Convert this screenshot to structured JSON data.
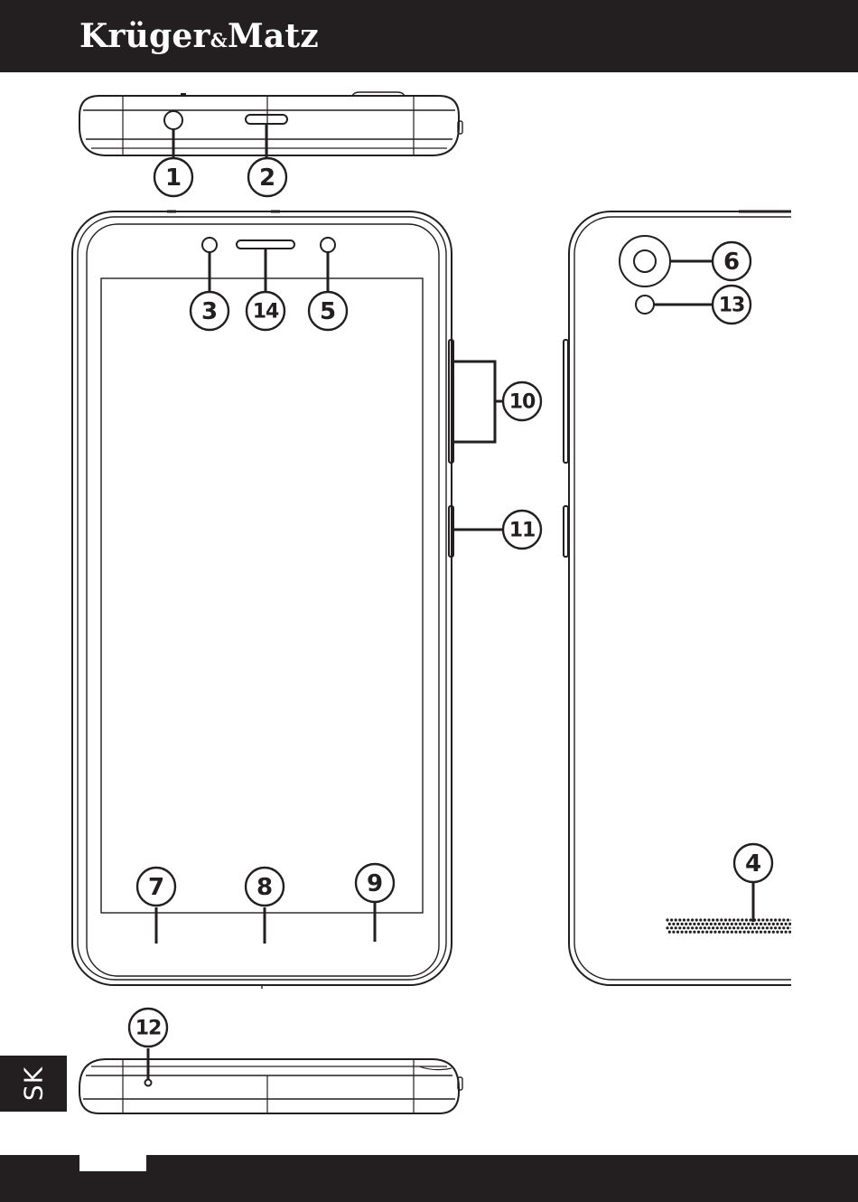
{
  "header": {
    "brand_main": "Krüger",
    "brand_amp": "&",
    "brand_tail": "Matz"
  },
  "side_tab": {
    "language": "SK"
  },
  "colors": {
    "dark": "#231f20",
    "line": "#231f20",
    "background": "#ffffff"
  },
  "callouts": {
    "headphone_jack": "1",
    "usb_port": "2",
    "front_sensor": "3",
    "loudspeaker": "4",
    "front_camera": "5",
    "rear_camera": "6",
    "menu_key": "7",
    "home_key": "8",
    "back_key": "9",
    "volume_keys": "10",
    "power_key": "11",
    "microphone": "12",
    "flash": "13",
    "earpiece": "14"
  }
}
